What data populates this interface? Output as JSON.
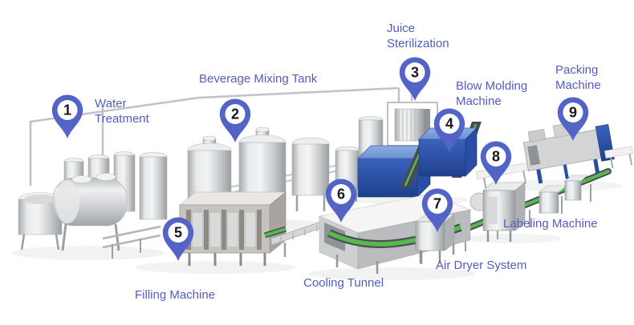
{
  "colors": {
    "background": "#ffffff",
    "pin": "#5463c6",
    "pin_circle": "#ffffff",
    "pin_number": "#16181d",
    "label_text": "#535cc2",
    "conveyor_green": "#57b94d",
    "machine_blue": "#2a4ea5",
    "steel_light": "#f3f4f5",
    "steel_dark": "#999da0"
  },
  "diagram": {
    "subject": "beverage-production-line",
    "station_count": "9"
  },
  "stations": [
    {
      "id": "water-treatment",
      "number": "1",
      "label_lines": [
        "Water",
        "Treatment"
      ]
    },
    {
      "id": "beverage-mixing-tank",
      "number": "2",
      "label_lines": [
        "Beverage Mixing Tank"
      ]
    },
    {
      "id": "juice-sterilization",
      "number": "3",
      "label_lines": [
        "Juice",
        "Sterilization"
      ]
    },
    {
      "id": "blow-molding-machine",
      "number": "4",
      "label_lines": [
        "Blow Molding",
        "Machine"
      ]
    },
    {
      "id": "filling-machine",
      "number": "5",
      "label_lines": [
        "Filling Machine"
      ]
    },
    {
      "id": "cooling-tunnel",
      "number": "6",
      "label_lines": [
        "Cooling Tunnel"
      ]
    },
    {
      "id": "air-dryer-system",
      "number": "7",
      "label_lines": [
        "Air Dryer System"
      ]
    },
    {
      "id": "labeling-machine",
      "number": "8",
      "label_lines": [
        "Labeling Machine"
      ]
    },
    {
      "id": "packing-machine",
      "number": "9",
      "label_lines": [
        "Packing",
        "Machine"
      ]
    }
  ]
}
